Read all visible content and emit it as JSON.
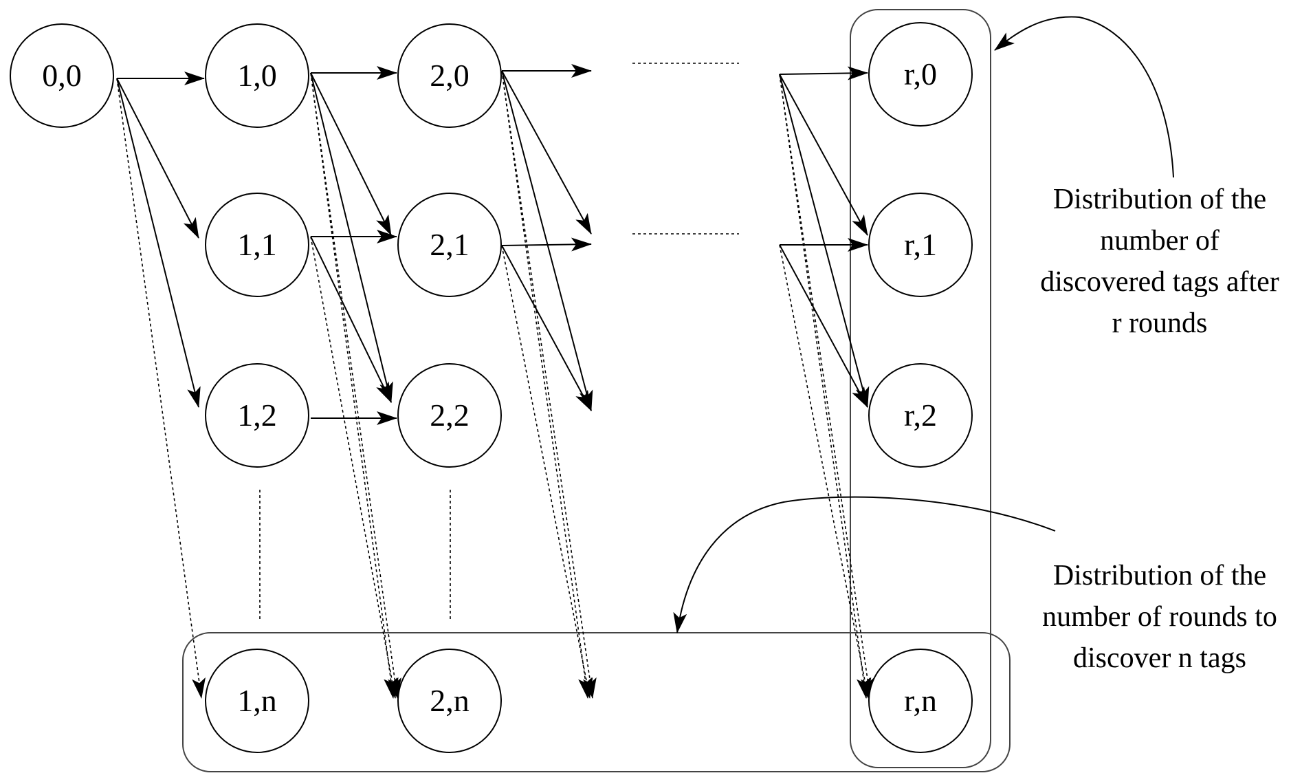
{
  "nodes": {
    "n00": "0,0",
    "n10": "1,0",
    "n11": "1,1",
    "n12": "1,2",
    "n1n": "1,n",
    "n20": "2,0",
    "n21": "2,1",
    "n22": "2,2",
    "n2n": "2,n",
    "nr0": "r,0",
    "nr1": "r,1",
    "nr2": "r,2",
    "nrn": "r,n"
  },
  "annotations": {
    "rounds_dist": [
      "Distribution of the",
      "number of",
      "discovered tags after",
      "r rounds"
    ],
    "tags_dist": [
      "Distribution of the",
      "number of rounds to",
      "discover n tags"
    ]
  },
  "colors": {
    "stroke": "#000000",
    "box": "#444444",
    "background": "#ffffff"
  }
}
